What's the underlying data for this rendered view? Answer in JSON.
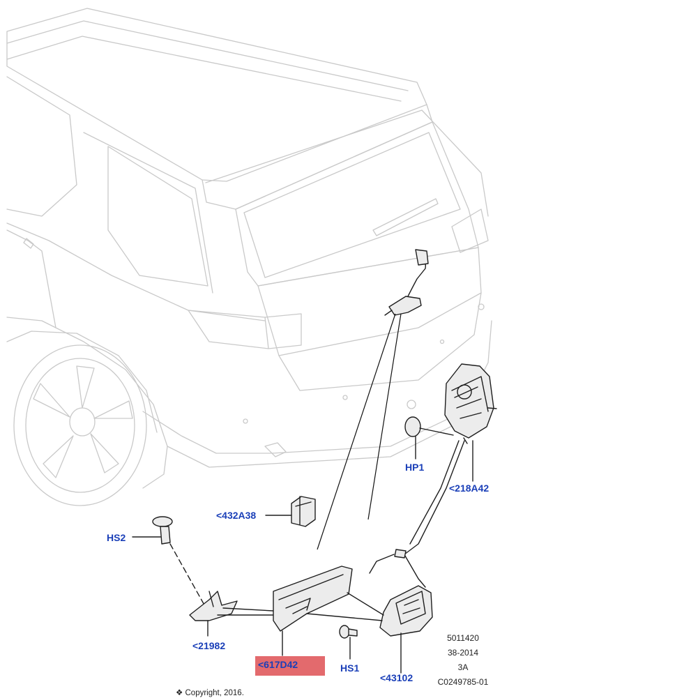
{
  "callouts": {
    "hp1": "HP1",
    "p218a42": "<218A42",
    "p432a38": "<432A38",
    "hs2": "HS2",
    "p21982": "<21982",
    "p617d42": "<617D42",
    "hs1": "HS1",
    "p43102": "<43102"
  },
  "highlight_color": "#e36a6d",
  "callout_color": "#1a3fb8",
  "reference": {
    "line1": "5011420",
    "line2": "38-2014",
    "line3": "3A",
    "line4": "C0249785-01"
  },
  "copyright": "❖ Copyright, 2016."
}
